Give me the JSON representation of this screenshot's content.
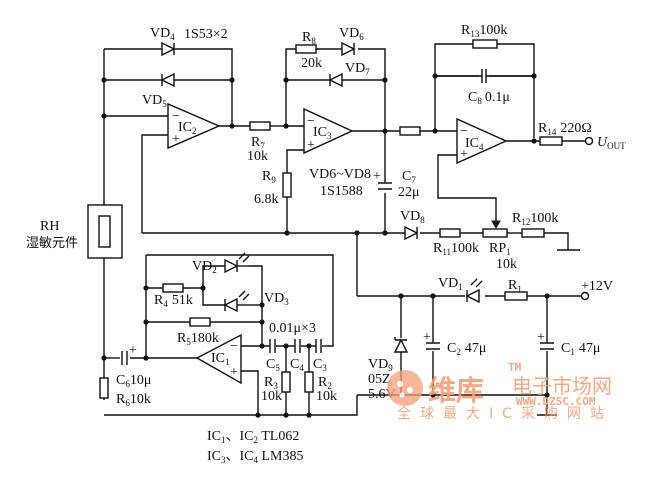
{
  "title": "Humidity sensor alarm circuit",
  "components": {
    "VD4": {
      "name": "VD",
      "sub": "4",
      "value": "1S53×2"
    },
    "VD5": {
      "name": "VD",
      "sub": "5"
    },
    "IC2": {
      "name": "IC",
      "sub": "2"
    },
    "R7": {
      "name": "R",
      "sub": "7",
      "value": "10k"
    },
    "R8": {
      "name": "R",
      "sub": "8",
      "value": "20k"
    },
    "VD6": {
      "name": "VD",
      "sub": "6"
    },
    "VD7": {
      "name": "VD",
      "sub": "7"
    },
    "IC3": {
      "name": "IC",
      "sub": "3"
    },
    "R9": {
      "name": "R",
      "sub": "9",
      "value": "6.8k"
    },
    "VD6_8_note": {
      "range": "VD6~VD8",
      "value": "1S1588"
    },
    "C7": {
      "name": "C",
      "sub": "7",
      "value": "22μ"
    },
    "R13": {
      "name": "R",
      "sub": "13",
      "value": "100k"
    },
    "C8": {
      "name": "C",
      "sub": "8",
      "value": "0.1μ"
    },
    "IC4": {
      "name": "IC",
      "sub": "4"
    },
    "R14": {
      "name": "R",
      "sub": "14",
      "value": "220Ω"
    },
    "UOUT": {
      "name": "U",
      "sub": "OUT"
    },
    "VD8": {
      "name": "VD",
      "sub": "8"
    },
    "R11": {
      "name": "R",
      "sub": "11",
      "value": "100k"
    },
    "RP1": {
      "name": "RP",
      "sub": "1",
      "value": "10k"
    },
    "R12": {
      "name": "R",
      "sub": "12",
      "value": "100k"
    },
    "RH": {
      "name": "RH",
      "desc": "湿敏元件"
    },
    "VD2": {
      "name": "VD",
      "sub": "2"
    },
    "VD3": {
      "name": "VD",
      "sub": "3"
    },
    "R4": {
      "name": "R",
      "sub": "4",
      "value": "51k"
    },
    "R5": {
      "name": "R",
      "sub": "5",
      "value": "180k"
    },
    "IC1": {
      "name": "IC",
      "sub": "1"
    },
    "C6": {
      "name": "C",
      "sub": "6",
      "value": "10μ"
    },
    "R6": {
      "name": "R",
      "sub": "6",
      "value": "10k"
    },
    "C345": {
      "value": "0.01μ×3"
    },
    "C5": {
      "name": "C",
      "sub": "5"
    },
    "C4": {
      "name": "C",
      "sub": "4"
    },
    "C3": {
      "name": "C",
      "sub": "3"
    },
    "R3": {
      "name": "R",
      "sub": "3",
      "value": "10k"
    },
    "R2": {
      "name": "R",
      "sub": "2",
      "value": "10k"
    },
    "VD1": {
      "name": "VD",
      "sub": "1"
    },
    "R1": {
      "name": "R",
      "sub": "1"
    },
    "VCC": {
      "value": "+12V"
    },
    "C2": {
      "name": "C",
      "sub": "2",
      "value": "47μ"
    },
    "C1": {
      "name": "C",
      "sub": "1",
      "value": "47μ"
    },
    "VD9": {
      "name": "VD",
      "sub": "9",
      "type": "05Z",
      "value": "5.6V"
    }
  },
  "notes": {
    "line1": {
      "a": "IC",
      "a_sub": "1",
      "sep": "、",
      "b": "IC",
      "b_sub": "2",
      "part": " TL062"
    },
    "line2": {
      "a": "IC",
      "a_sub": "3",
      "sep": "、",
      "b": "IC",
      "b_sub": "4",
      "part": " LM385"
    }
  },
  "watermark": {
    "brand": "维库",
    "tagline": "电子市场网",
    "tm": "TM",
    "url": "WWW.DZSC.COM",
    "slogan": "全球最大IC采购网站",
    "color": "#f4a07a"
  }
}
